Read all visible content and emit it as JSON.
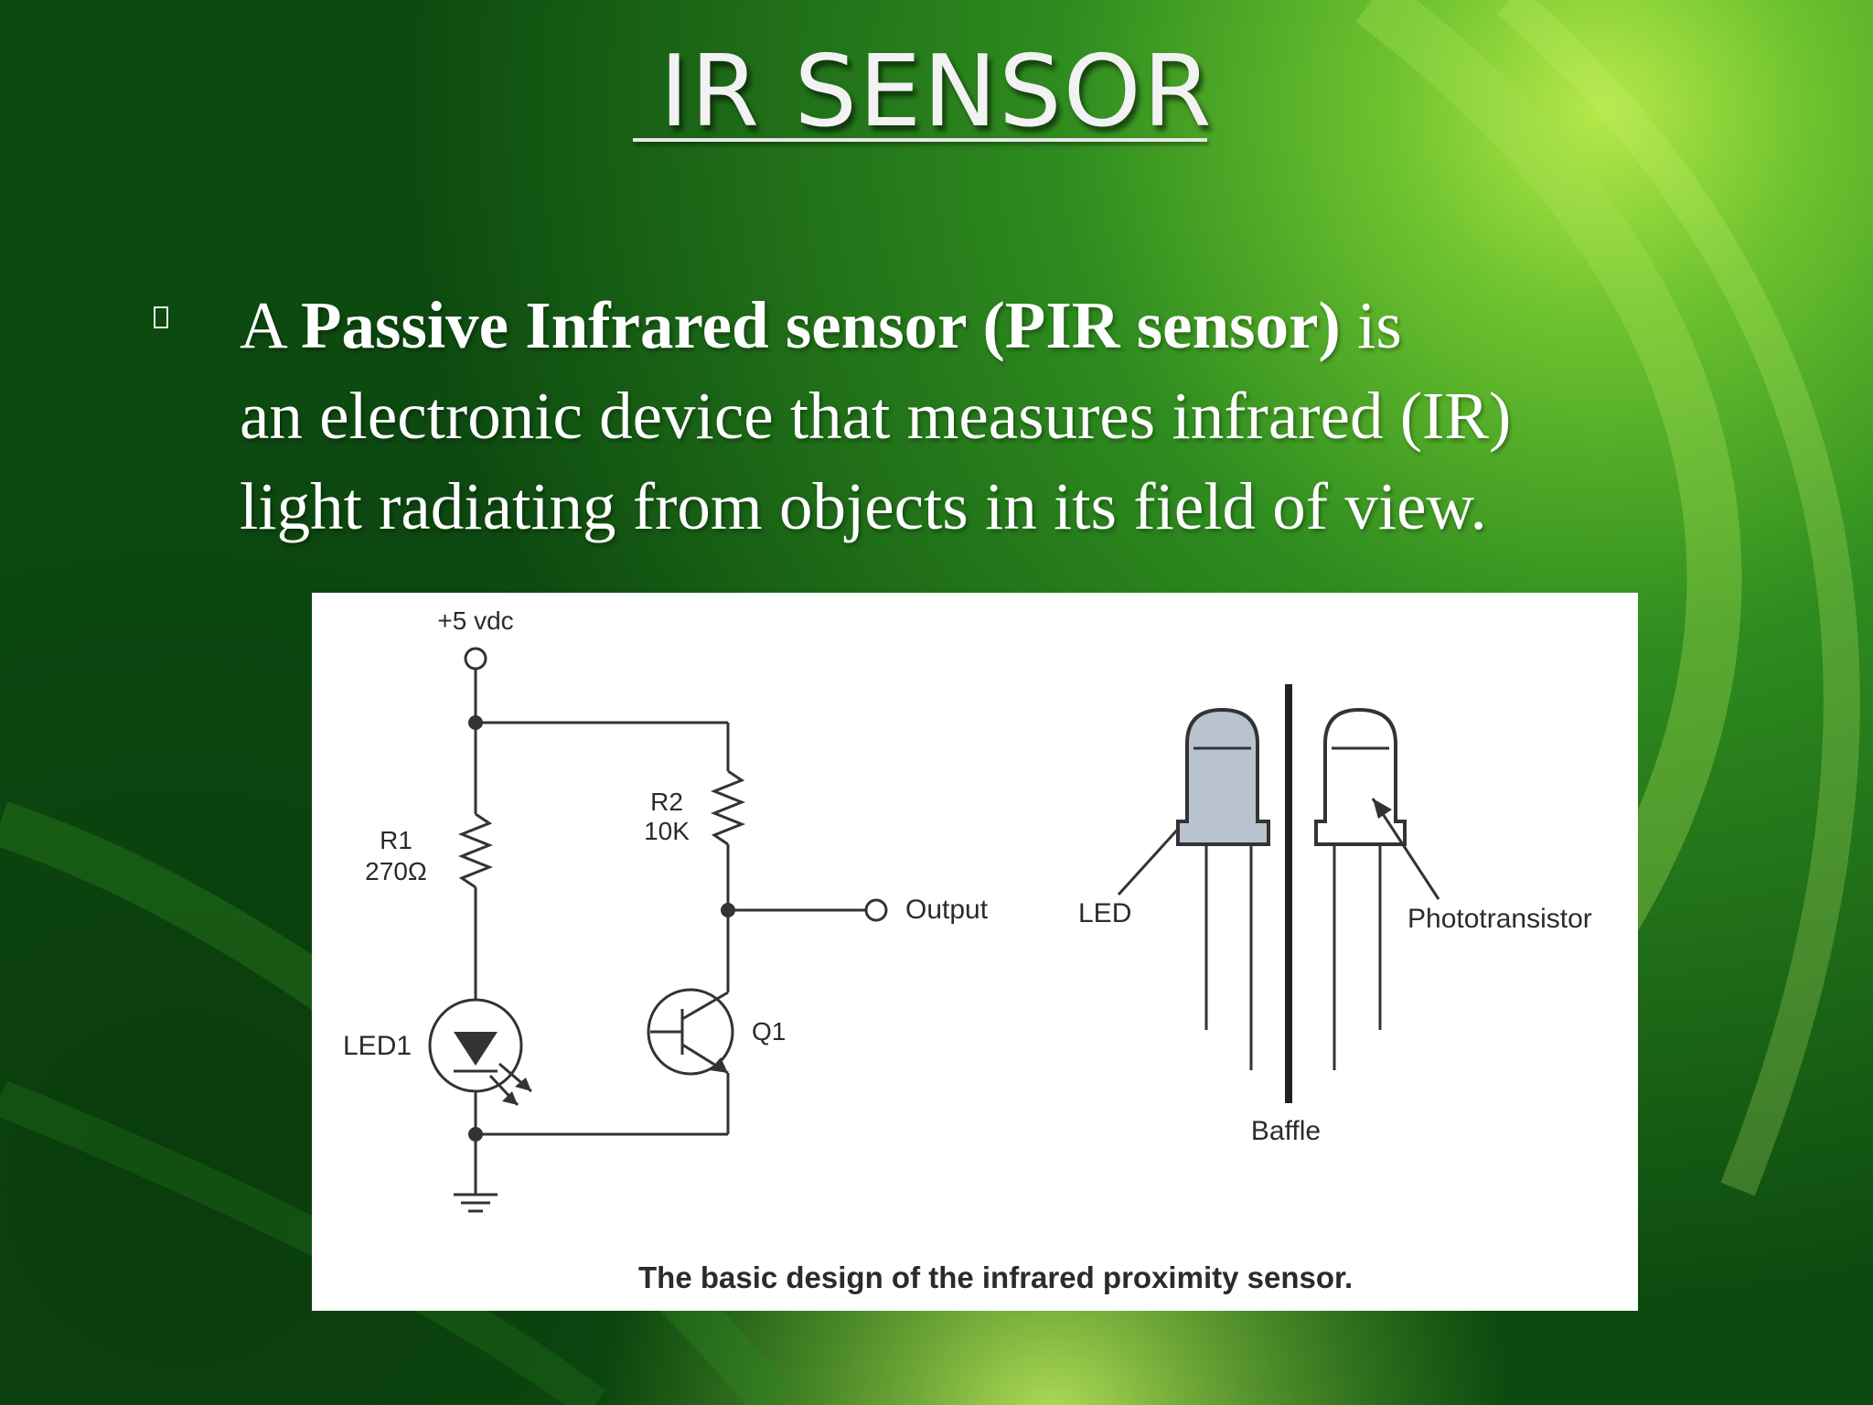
{
  "slide": {
    "title": "IR SENSOR",
    "bullet": {
      "part1": "A ",
      "bold": "Passive Infrared sensor (PIR sensor)",
      "part2": " is",
      "line2": "an electronic device that measures infrared (IR)",
      "line3": "light radiating from objects in its field of view."
    }
  },
  "figure": {
    "vdc": "+5 vdc",
    "r1_name": "R1",
    "r1_value": "270Ω",
    "r2_name": "R2",
    "r2_value": "10K",
    "output": "Output",
    "led1": "LED1",
    "q1": "Q1",
    "led": "LED",
    "phototransistor": "Phototransistor",
    "baffle": "Baffle",
    "caption": "The basic design of the infrared proximity sensor."
  },
  "colors": {
    "background_dark": "#0b4a0e",
    "background_light": "#8fd43a",
    "text": "#ffffff",
    "led_fill": "#b9c3cf"
  }
}
